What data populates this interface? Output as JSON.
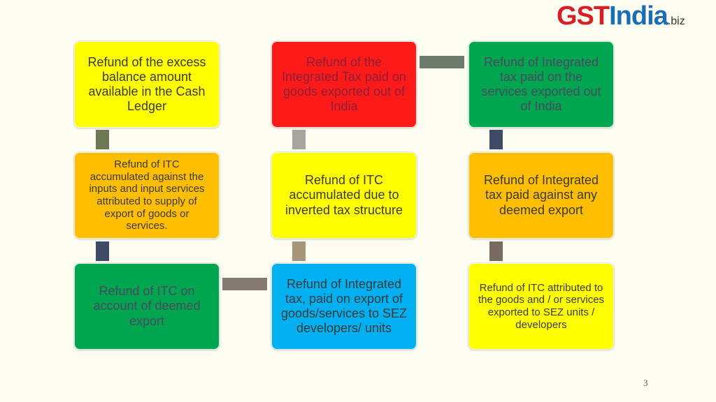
{
  "logo": {
    "part1": "GST",
    "part2": "India",
    "part3": ".biz"
  },
  "boxes": {
    "b1": "Refund of the excess balance amount available in the Cash Ledger",
    "b2": "Refund of the Integrated Tax paid on goods exported out of India",
    "b3": "Refund of Integrated tax paid on the services exported out of India",
    "b4": "Refund of ITC accumulated against the inputs and input services attributed to supply of export of goods or services.",
    "b5": "Refund of ITC accumulated due to inverted tax structure",
    "b6": "Refund of Integrated tax paid against any deemed export",
    "b7": "Refund of ITC on account of deemed export",
    "b8": "Refund of Integrated tax, paid on export of goods/services to SEZ developers/ units",
    "b9": "Refund of ITC attributed to the goods and / or services exported to SEZ units / developers"
  },
  "colors": {
    "yellow": "#ffff00",
    "red": "#ff1a1a",
    "green": "#00a550",
    "orange": "#ffbe00",
    "blue": "#00b0f0"
  },
  "page_number": "3"
}
